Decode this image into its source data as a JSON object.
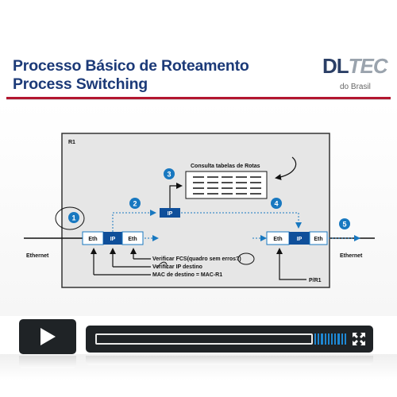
{
  "slide": {
    "title_line1": "Processo Básico de Roteamento",
    "title_line2": "Process Switching"
  },
  "logo": {
    "brand_dl": "DL",
    "brand_tec": "TEC",
    "subtitle": "do Brasil"
  },
  "diagram": {
    "router_label": "R1",
    "route_table_label": "Consulta tabelas de Rotas",
    "ip_box": "IP",
    "frame_in": [
      "Eth",
      "IP",
      "Eth"
    ],
    "frame_out": [
      "Eth",
      "IP",
      "Eth"
    ],
    "steps": [
      "1",
      "2",
      "3",
      "4",
      "5"
    ],
    "ethernet_left": "Ethernet",
    "ethernet_right": "Ethernet",
    "check_fcs": "Verificar FCS(quadro sem erros?)",
    "check_ip": "Verificar IP destino",
    "mac_dest": "MAC de destino = MAC-R1",
    "out_interface": "P/R1"
  },
  "colors": {
    "title_blue": "#1c3a78",
    "accent_red": "#b3162f",
    "step_blue": "#1878c0",
    "ip_dark_blue": "#0f4f9a",
    "box_fill": "#e6e6e6",
    "player_dark": "#1f2326",
    "volume_blue": "#1e88d4"
  },
  "player": {
    "play_icon": "play-icon",
    "volume_icon": "volume-bars-icon",
    "fullscreen_icon": "fullscreen-icon"
  }
}
